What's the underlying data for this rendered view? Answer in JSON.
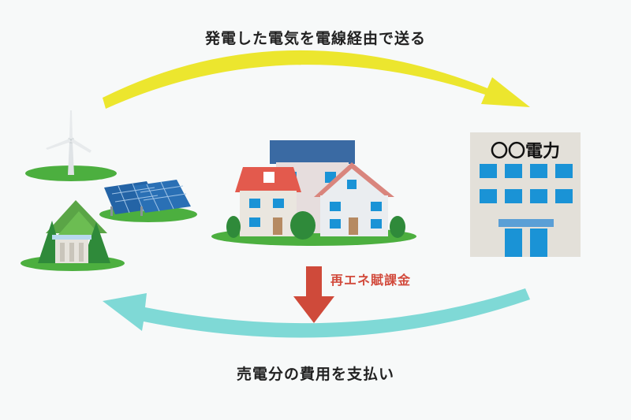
{
  "labels": {
    "top_flow": "発電した電気を電線経由で送る",
    "bottom_flow": "売電分の費用を支払い",
    "levy": "再エネ賦課金",
    "company": "〇〇電力"
  },
  "colors": {
    "background": "#f7f9f9",
    "top_arrow": "#ece62e",
    "bottom_arrow": "#7fd9d6",
    "levy_arrow": "#cf4a3a",
    "levy_text": "#d24a3c",
    "grass": "#4caf3f",
    "building": "#e3e0d9",
    "window": "#1a93d6"
  },
  "icons": [
    "wind-turbine-icon",
    "solar-panel-icon",
    "hydro-dam-icon",
    "houses-icon",
    "power-company-building-icon"
  ]
}
